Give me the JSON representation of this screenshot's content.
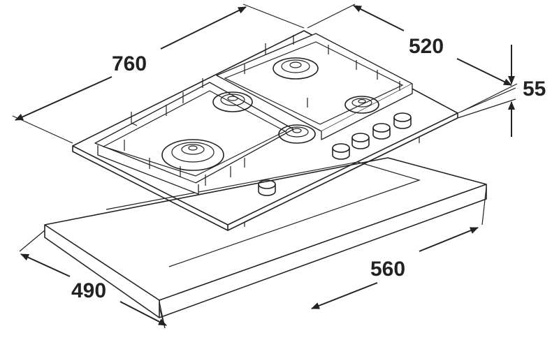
{
  "dimensions": {
    "hob_width": "760",
    "hob_depth": "520",
    "hob_height": "55",
    "cutout_width": "560",
    "cutout_depth": "490"
  }
}
